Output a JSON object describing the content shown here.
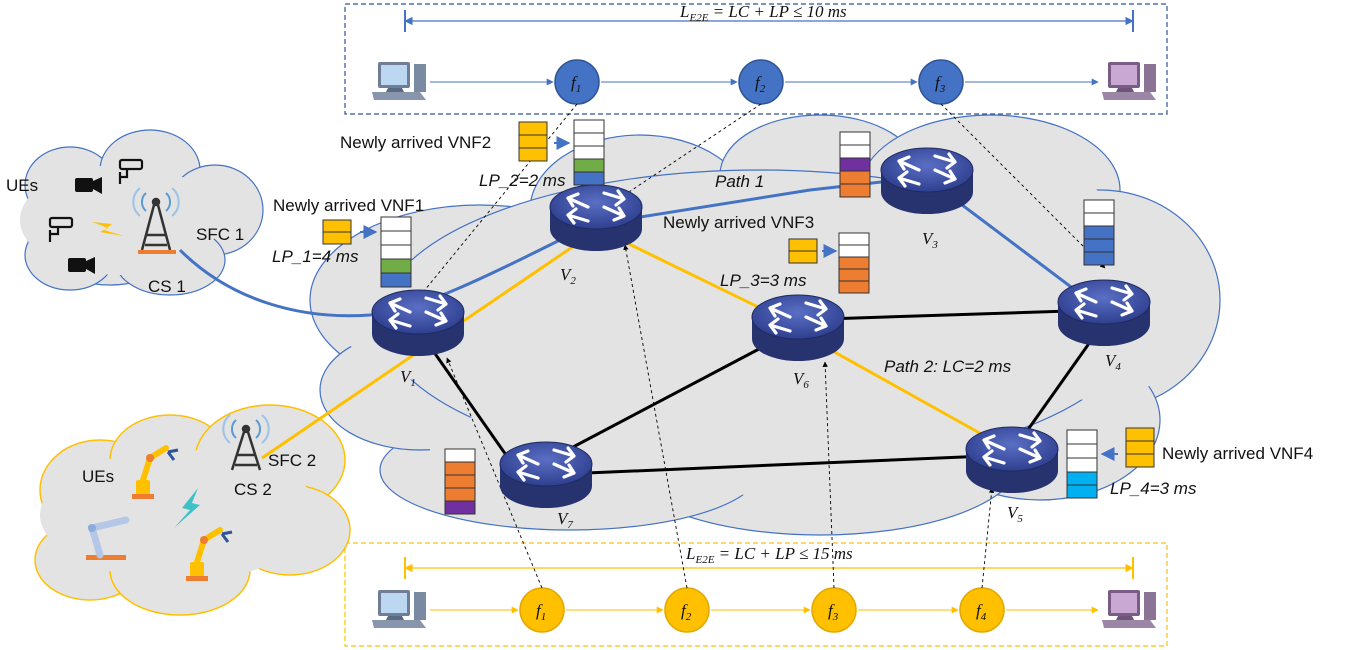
{
  "colors": {
    "blue": "#4472c4",
    "yellow": "#ffc000",
    "black": "#000000",
    "cloud": "#e3e3e3",
    "router": "#3a4fa6",
    "green": "#70ad47",
    "purple": "#7030a0",
    "orange": "#ed7d31",
    "cyan": "#00b0f0"
  },
  "top_chain": {
    "constraint_prefix": "L",
    "constraint_sub": "E2E",
    "constraint_suffix": " = LC + LP ≤ 10 ms",
    "functions": [
      {
        "base": "f",
        "sub": "1"
      },
      {
        "base": "f",
        "sub": "2"
      },
      {
        "base": "f",
        "sub": "3"
      }
    ]
  },
  "bottom_chain": {
    "constraint_prefix": "L",
    "constraint_sub": "E2E",
    "constraint_suffix": " = LC + LP ≤ 15 ms",
    "functions": [
      {
        "base": "f",
        "sub": "1"
      },
      {
        "base": "f",
        "sub": "2"
      },
      {
        "base": "f",
        "sub": "3"
      },
      {
        "base": "f",
        "sub": "4"
      }
    ]
  },
  "nodes": [
    {
      "base": "V",
      "sub": "1"
    },
    {
      "base": "V",
      "sub": "2"
    },
    {
      "base": "V",
      "sub": "3"
    },
    {
      "base": "V",
      "sub": "4"
    },
    {
      "base": "V",
      "sub": "5"
    },
    {
      "base": "V",
      "sub": "6"
    },
    {
      "base": "V",
      "sub": "7"
    }
  ],
  "cs1": {
    "ues": "UEs",
    "sfc": "SFC 1",
    "cs": "CS 1"
  },
  "cs2": {
    "ues": "UEs",
    "sfc": "SFC 2",
    "cs": "CS 2"
  },
  "arrivals": [
    {
      "text": "Newly arrived VNF1",
      "lp": "LP_1=4 ms"
    },
    {
      "text": "Newly arrived VNF2",
      "lp": "LP_2=2 ms"
    },
    {
      "text": "Newly arrived VNF3",
      "lp": "LP_3=3 ms"
    },
    {
      "text": "Newly arrived VNF4",
      "lp": "LP_4=3 ms"
    }
  ],
  "paths": {
    "path1": "Path 1",
    "path2": "Path 2: LC=2 ms"
  }
}
